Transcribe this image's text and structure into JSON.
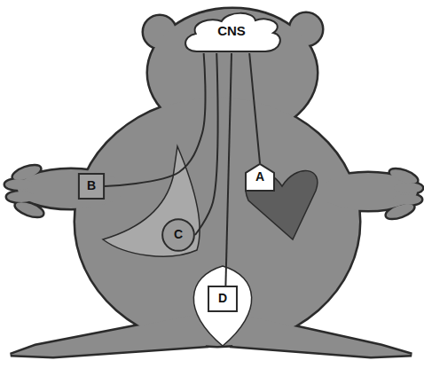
{
  "diagram": {
    "nodes": [
      {
        "text": [
          "CNS"
        ]
      },
      {
        "text": [
          "A"
        ]
      },
      {
        "text": [
          "B"
        ]
      },
      {
        "text": [
          "C"
        ]
      },
      {
        "text": [
          "D"
        ]
      }
    ],
    "edges": [
      {
        "from": 0,
        "to": 1,
        "arrow": "none"
      },
      {
        "from": 0,
        "to": 2,
        "arrow": "none"
      },
      {
        "from": 0,
        "to": 3,
        "arrow": "none"
      },
      {
        "from": 0,
        "to": 4,
        "arrow": "none"
      }
    ]
  }
}
